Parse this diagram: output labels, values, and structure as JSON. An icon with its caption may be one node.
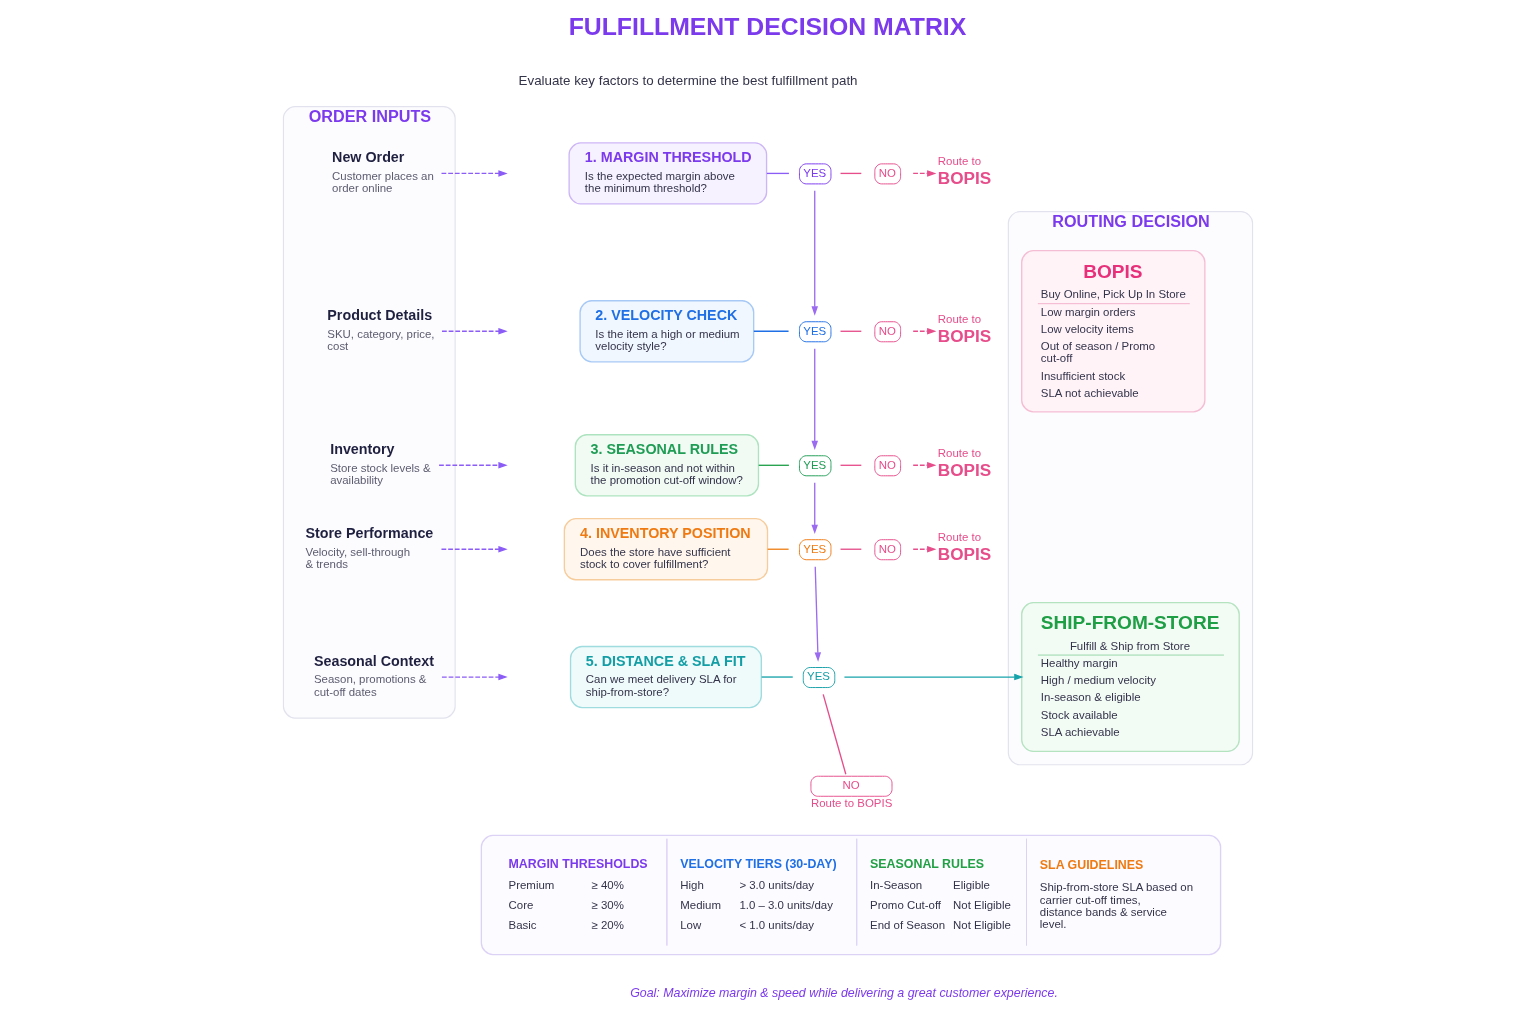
{
  "diagram": {
    "title": "FULFILLMENT DECISION MATRIX",
    "nodes": [
      {
        "text": [
          "ORDER INPUTS"
        ]
      },
      {
        "text": [
          "New Order",
          "Customer places an order online"
        ],
        "in": 0
      },
      {
        "text": [
          "Product Details",
          "SKU, category, price, cost"
        ],
        "in": 0
      },
      {
        "text": [
          "Inventory",
          "Store stock levels & availability"
        ],
        "in": 0
      },
      {
        "text": [
          "Store Performance",
          "Velocity, sell-through & trends"
        ],
        "in": 0
      },
      {
        "text": [
          "Seasonal Context",
          "Season, promotions & cut-off dates"
        ],
        "in": 0
      },
      {
        "text": [
          "1. MARGIN THRESHOLD",
          "Is the expected margin above the minimum threshold?"
        ]
      },
      {
        "text": [
          "YES"
        ]
      },
      {
        "text": [
          "NO"
        ]
      },
      {
        "text": [
          "Route to",
          "BOPIS"
        ]
      },
      {
        "text": [
          "2. VELOCITY CHECK",
          "Is the item a high or medium velocity style?"
        ]
      },
      {
        "text": [
          "YES"
        ]
      },
      {
        "text": [
          "NO"
        ]
      },
      {
        "text": [
          "Route to",
          "BOPIS"
        ]
      },
      {
        "text": [
          "3. SEASONAL RULES",
          "Is it in-season and not within the promotion cut-off window?"
        ]
      },
      {
        "text": [
          "YES"
        ]
      },
      {
        "text": [
          "NO"
        ]
      },
      {
        "text": [
          "Route to",
          "BOPIS"
        ]
      },
      {
        "text": [
          "4. INVENTORY POSITION",
          "Does the store have sufficient stock to cover fulfillment?"
        ]
      },
      {
        "text": [
          "YES"
        ]
      },
      {
        "text": [
          "NO"
        ]
      },
      {
        "text": [
          "Route to",
          "BOPIS"
        ]
      },
      {
        "text": [
          "5. DISTANCE & SLA FIT",
          "Can we meet delivery SLA for ship-from-store?"
        ]
      },
      {
        "text": [
          "YES"
        ]
      },
      {
        "text": [
          "NO"
        ],
        "beside": [
          "Route to BOPIS"
        ]
      },
      {
        "text": [
          "ROUTING DECISION"
        ]
      },
      {
        "text": [
          "BOPIS",
          "Buy Online, Pick Up In Store",
          "Low margin orders",
          "Low velocity items",
          "Out of season / Promo cut-off",
          "Insufficient stock",
          "SLA not achievable"
        ],
        "in": 25
      },
      {
        "text": [
          "SHIP-FROM-STORE",
          "Fulfill & Ship from Store",
          "Healthy margin",
          "High / medium velocity",
          "In-season & eligible",
          "Stock available",
          "SLA achievable"
        ],
        "in": 25
      },
      {
        "text": [
          "MARGIN THRESHOLDS",
          "Premium",
          "≥ 40%",
          "Core",
          "≥ 30%",
          "Basic",
          "≥ 20%",
          "VELOCITY TIERS (30-DAY)",
          "High",
          "> 3.0 units/day",
          "Medium",
          "1.0 – 3.0 units/day",
          "Low",
          "< 1.0 units/day",
          "SEASONAL RULES",
          "In-Season",
          "Eligible",
          "Promo Cut-off",
          "Not Eligible",
          "End of Season",
          "Not Eligible",
          "SLA GUIDELINES",
          "Ship-from-store SLA based on carrier cut-off times, distance bands & service level."
        ]
      }
    ],
    "edges": [
      {
        "from": 1,
        "to": null,
        "arrow": "to",
        "style": "dashed",
        "color": "#8b5cf6"
      },
      {
        "from": 2,
        "to": null,
        "arrow": "to",
        "style": "dashed",
        "color": "#8b5cf6"
      },
      {
        "from": 3,
        "to": null,
        "arrow": "to",
        "style": "dashed",
        "color": "#8b5cf6"
      },
      {
        "from": 4,
        "to": null,
        "arrow": "to",
        "style": "dashed",
        "color": "#8b5cf6"
      },
      {
        "from": 5,
        "to": null,
        "arrow": "to",
        "style": "dashed",
        "color": "#8b5cf6"
      },
      {
        "from": 6,
        "to": 7,
        "arrow": "none",
        "color": "#8b5cf6"
      },
      {
        "from": 7,
        "to": 8,
        "arrow": "none",
        "color": "#e64d8a"
      },
      {
        "from": 8,
        "to": 9,
        "arrow": "to",
        "style": "dashed",
        "color": "#e64d8a"
      },
      {
        "from": 7,
        "to": 11,
        "arrow": "to",
        "color": "#9b6bf0"
      },
      {
        "from": 10,
        "to": 11,
        "arrow": "none",
        "color": "#1f6fe5"
      },
      {
        "from": 11,
        "to": 12,
        "arrow": "none",
        "color": "#e64d8a"
      },
      {
        "from": 12,
        "to": 13,
        "arrow": "to",
        "style": "dashed",
        "color": "#e64d8a"
      },
      {
        "from": 11,
        "to": 15,
        "arrow": "to",
        "color": "#9b6bf0"
      },
      {
        "from": 14,
        "to": 15,
        "arrow": "none",
        "color": "#22a04b"
      },
      {
        "from": 15,
        "to": 16,
        "arrow": "none",
        "color": "#e64d8a"
      },
      {
        "from": 16,
        "to": 17,
        "arrow": "to",
        "style": "dashed",
        "color": "#e64d8a"
      },
      {
        "from": 15,
        "to": 19,
        "arrow": "to",
        "color": "#9b6bf0"
      },
      {
        "from": 18,
        "to": 19,
        "arrow": "none",
        "color": "#f08019"
      },
      {
        "from": 19,
        "to": 20,
        "arrow": "none",
        "color": "#e64d8a"
      },
      {
        "from": 20,
        "to": 21,
        "arrow": "to",
        "style": "dashed",
        "color": "#e64d8a"
      },
      {
        "from": 19,
        "to": 23,
        "arrow": "to",
        "color": "#9b6bf0"
      },
      {
        "from": 22,
        "to": 23,
        "arrow": "none",
        "color": "#16a3ab"
      },
      {
        "from": 23,
        "to": 24,
        "arrow": "none",
        "color": "#e64d8a"
      },
      {
        "from": 23,
        "to": 27,
        "arrow": "to",
        "color": "#16a3ab"
      }
    ],
    "labels": [
      "Evaluate key factors to determine the best fulfillment path",
      "Goal: Maximize margin & speed while delivering a great customer experience."
    ]
  }
}
